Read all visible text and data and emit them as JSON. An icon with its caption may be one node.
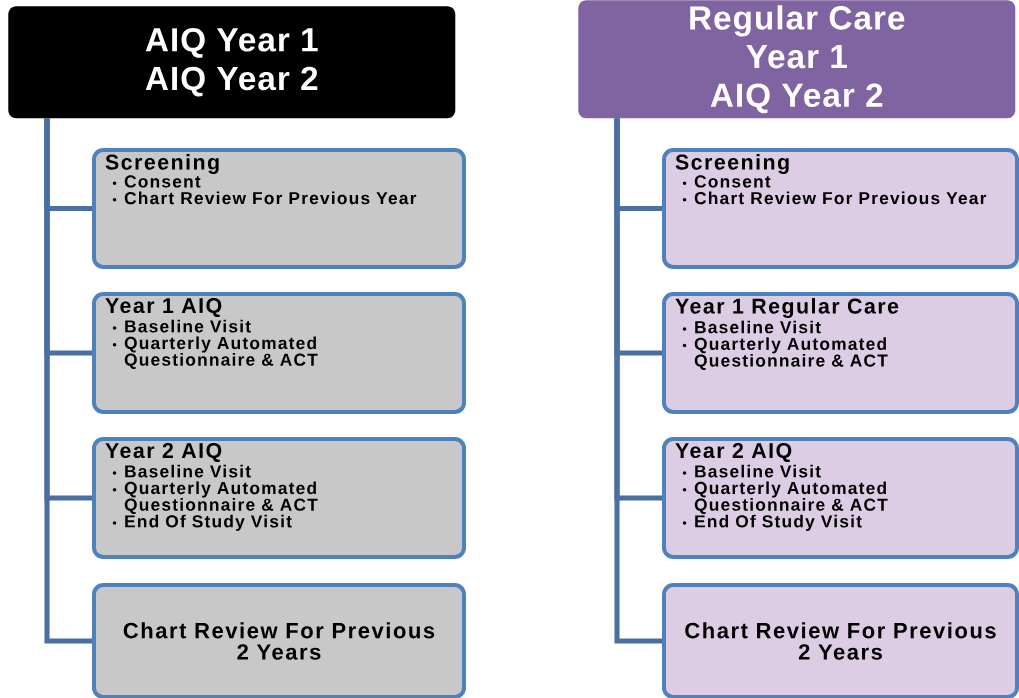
{
  "diagram": {
    "nodes": [
      {
        "text": [
          "AIQ Year 1",
          "AIQ Year 2"
        ]
      },
      {
        "text": [
          "Screening",
          "Consent",
          "Chart Review For Previous Year"
        ]
      },
      {
        "text": [
          "Year 1 AIQ",
          "Baseline Visit",
          "Quarterly Automated Questionnaire & ACT"
        ]
      },
      {
        "text": [
          "Year 2 AIQ",
          "Baseline Visit",
          "Quarterly Automated Questionnaire & ACT",
          "End Of Study Visit"
        ]
      },
      {
        "text": [
          "Chart Review For Previous 2 Years"
        ]
      },
      {
        "text": [
          "Regular Care Year 1",
          "AIQ Year 2"
        ]
      },
      {
        "text": [
          "Screening",
          "Consent",
          "Chart Review For Previous Year"
        ]
      },
      {
        "text": [
          "Year 1 Regular Care",
          "Baseline Visit",
          "Quarterly Automated Questionnaire & ACT"
        ]
      },
      {
        "text": [
          "Year 2 AIQ",
          "Baseline Visit",
          "Quarterly Automated Questionnaire & ACT",
          "End Of Study Visit"
        ]
      },
      {
        "text": [
          "Chart Review For Previous 2 Years"
        ]
      }
    ],
    "edges": [
      {
        "from": 0,
        "to": 1,
        "arrow": "none"
      },
      {
        "from": 0,
        "to": 2,
        "arrow": "none"
      },
      {
        "from": 0,
        "to": 3,
        "arrow": "none"
      },
      {
        "from": 0,
        "to": 4,
        "arrow": "none"
      },
      {
        "from": 5,
        "to": 6,
        "arrow": "none"
      },
      {
        "from": 5,
        "to": 7,
        "arrow": "none"
      },
      {
        "from": 5,
        "to": 8,
        "arrow": "none"
      },
      {
        "from": 5,
        "to": 9,
        "arrow": "none"
      }
    ]
  }
}
